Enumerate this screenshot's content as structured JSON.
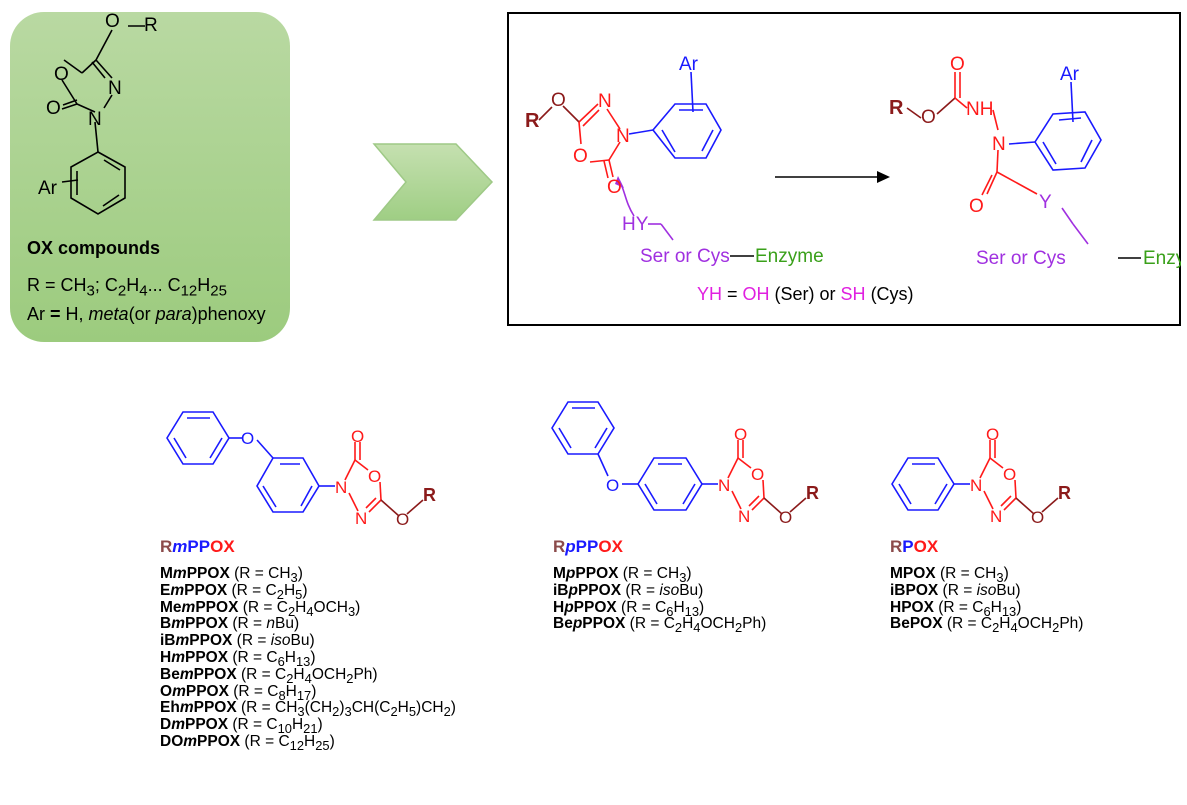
{
  "colors": {
    "brown": "#8b1a1a",
    "red": "#ff1a1a",
    "blue": "#1a1aff",
    "purple": "#a030e0",
    "green": "#3aa01a",
    "magenta": "#e020e0",
    "box_green": "#a5d08a"
  },
  "ox": {
    "title": "OX compounds",
    "r_line": [
      "R = CH",
      "3",
      "; C",
      "2",
      "H",
      "4",
      "... C",
      "12",
      "H",
      "25"
    ],
    "ar_line": [
      "Ar ",
      "=",
      " H, ",
      "meta",
      "(or ",
      "para",
      ")phenoxy"
    ],
    "atoms": {
      "o_top": "O",
      "dash": "─",
      "r": "R",
      "o_ring": "O",
      "n_ring": "N",
      "n_ring2": "N",
      "o_carbonyl": "O",
      "ar": "Ar"
    }
  },
  "reaction": {
    "atoms": {
      "r": "R",
      "o": "O",
      "n1": "N",
      "n2": "N",
      "o_ring": "O",
      "o_carbonyl": "O",
      "ar": "Ar",
      "hy": "HY",
      "ser_cys": "Ser or Cys",
      "enzyme": "Enzyme"
    },
    "product": {
      "r": "R",
      "o1": "O",
      "o2": "O",
      "nh": "NH",
      "n": "N",
      "ar": "Ar",
      "o3": "O",
      "y": "Y",
      "ser_cys": "Ser or Cys",
      "enzyme": "Enzyme"
    },
    "note": [
      "YH",
      " = ",
      "OH",
      " (Ser) or ",
      "SH",
      " (Cys)"
    ]
  },
  "families": {
    "mppox": {
      "label": [
        "R",
        "m",
        "PP",
        "OX"
      ],
      "atoms": {
        "o_bridge": "O",
        "o_carbonyl": "O",
        "o_ring": "O",
        "n1": "N",
        "n2": "N",
        "o_side": "O",
        "r": "R"
      },
      "items": [
        {
          "code": "M",
          "m": "m",
          "rest": "PPOX",
          "desc": " (R = CH",
          "sub": "3",
          "tail": ")"
        },
        {
          "code": "E",
          "m": "m",
          "rest": "PPOX",
          "desc": " (R = C",
          "sub": "2",
          "mid": "H",
          "sub2": "5",
          "tail": ")"
        },
        {
          "code": "Me",
          "m": "m",
          "rest": "PPOX",
          "desc": " (R = C",
          "sub": "2",
          "mid": "H",
          "sub2": "4",
          "tail": "OCH",
          "sub3": "3",
          "tail2": ")"
        },
        {
          "code": "B",
          "m": "m",
          "rest": "PPOX",
          "desc": " (R = ",
          "ital": "n",
          "tail": "Bu)"
        },
        {
          "code": "iB",
          "m": "m",
          "rest": "PPOX",
          "desc": " (R = ",
          "ital": "iso",
          "tail": "Bu)"
        },
        {
          "code": "H",
          "m": "m",
          "rest": "PPOX",
          "desc": " (R = C",
          "sub": "6",
          "mid": "H",
          "sub2": "13",
          "tail": ")"
        },
        {
          "code": "Be",
          "m": "m",
          "rest": "PPOX",
          "desc": " (R = C",
          "sub": "2",
          "mid": "H",
          "sub2": "4",
          "tail": "OCH",
          "sub3": "2",
          "tail2": "Ph)"
        },
        {
          "code": "O",
          "m": "m",
          "rest": "PPOX",
          "desc": " (R = C",
          "sub": "8",
          "mid": "H",
          "sub2": "17",
          "tail": ")"
        },
        {
          "code": "Eh",
          "m": "m",
          "rest": "PPOX",
          "desc": " (R =  CH",
          "sub": "3",
          "mid": "(CH",
          "sub2": "2",
          "tail": ")",
          "sub3": "3",
          "tail2": "CH(C",
          "sub4": "2",
          "tail3": "H",
          "sub5": "5",
          "tail4": ")CH",
          "sub6": "2",
          "tail5": ")"
        },
        {
          "code": "D",
          "m": "m",
          "rest": "PPOX",
          "desc": " (R = C",
          "sub": "10",
          "mid": "H",
          "sub2": "21",
          "tail": ")"
        },
        {
          "code": "DO",
          "m": "m",
          "rest": "PPOX",
          "desc": " (R = C",
          "sub": "12",
          "mid": "H",
          "sub2": "25",
          "tail": ")"
        }
      ]
    },
    "pppox": {
      "label": [
        "R",
        "p",
        "PP",
        "OX"
      ],
      "atoms": {
        "o_bridge": "O",
        "o_carbonyl": "O",
        "o_ring": "O",
        "n1": "N",
        "n2": "N",
        "o_side": "O",
        "r": "R"
      },
      "items": [
        {
          "code": "M",
          "m": "p",
          "rest": "PPOX",
          "desc": " (R = CH",
          "sub": "3",
          "tail": ")"
        },
        {
          "code": "iB",
          "m": "p",
          "rest": "PPOX",
          "desc": " (R = ",
          "ital": "iso",
          "tail": "Bu)"
        },
        {
          "code": "H",
          "m": "p",
          "rest": "PPOX",
          "desc": " (R = C",
          "sub": "6",
          "mid": "H",
          "sub2": "13",
          "tail": ")"
        },
        {
          "code": "Be",
          "m": "p",
          "rest": "PPOX",
          "desc": " (R = C",
          "sub": "2",
          "mid": "H",
          "sub2": "4",
          "tail": "OCH",
          "sub3": "2",
          "tail2": "Ph)"
        }
      ]
    },
    "pox": {
      "label": [
        "R",
        "P",
        "OX"
      ],
      "atoms": {
        "o_carbonyl": "O",
        "o_ring": "O",
        "n1": "N",
        "n2": "N",
        "o_side": "O",
        "r": "R"
      },
      "items": [
        {
          "code": "MPOX",
          "desc": " (R = CH",
          "sub": "3",
          "tail": ")"
        },
        {
          "code": "iBPOX",
          "desc": " (R = ",
          "ital": "iso",
          "tail": "Bu)"
        },
        {
          "code": "HPOX",
          "desc": " (R = C",
          "sub": "6",
          "mid": "H",
          "sub2": "13",
          "tail": ")"
        },
        {
          "code": "BePOX",
          "desc": " (R = C",
          "sub": "2",
          "mid": "H",
          "sub2": "4",
          "tail": "OCH",
          "sub3": "2",
          "tail2": "Ph)"
        }
      ]
    }
  }
}
